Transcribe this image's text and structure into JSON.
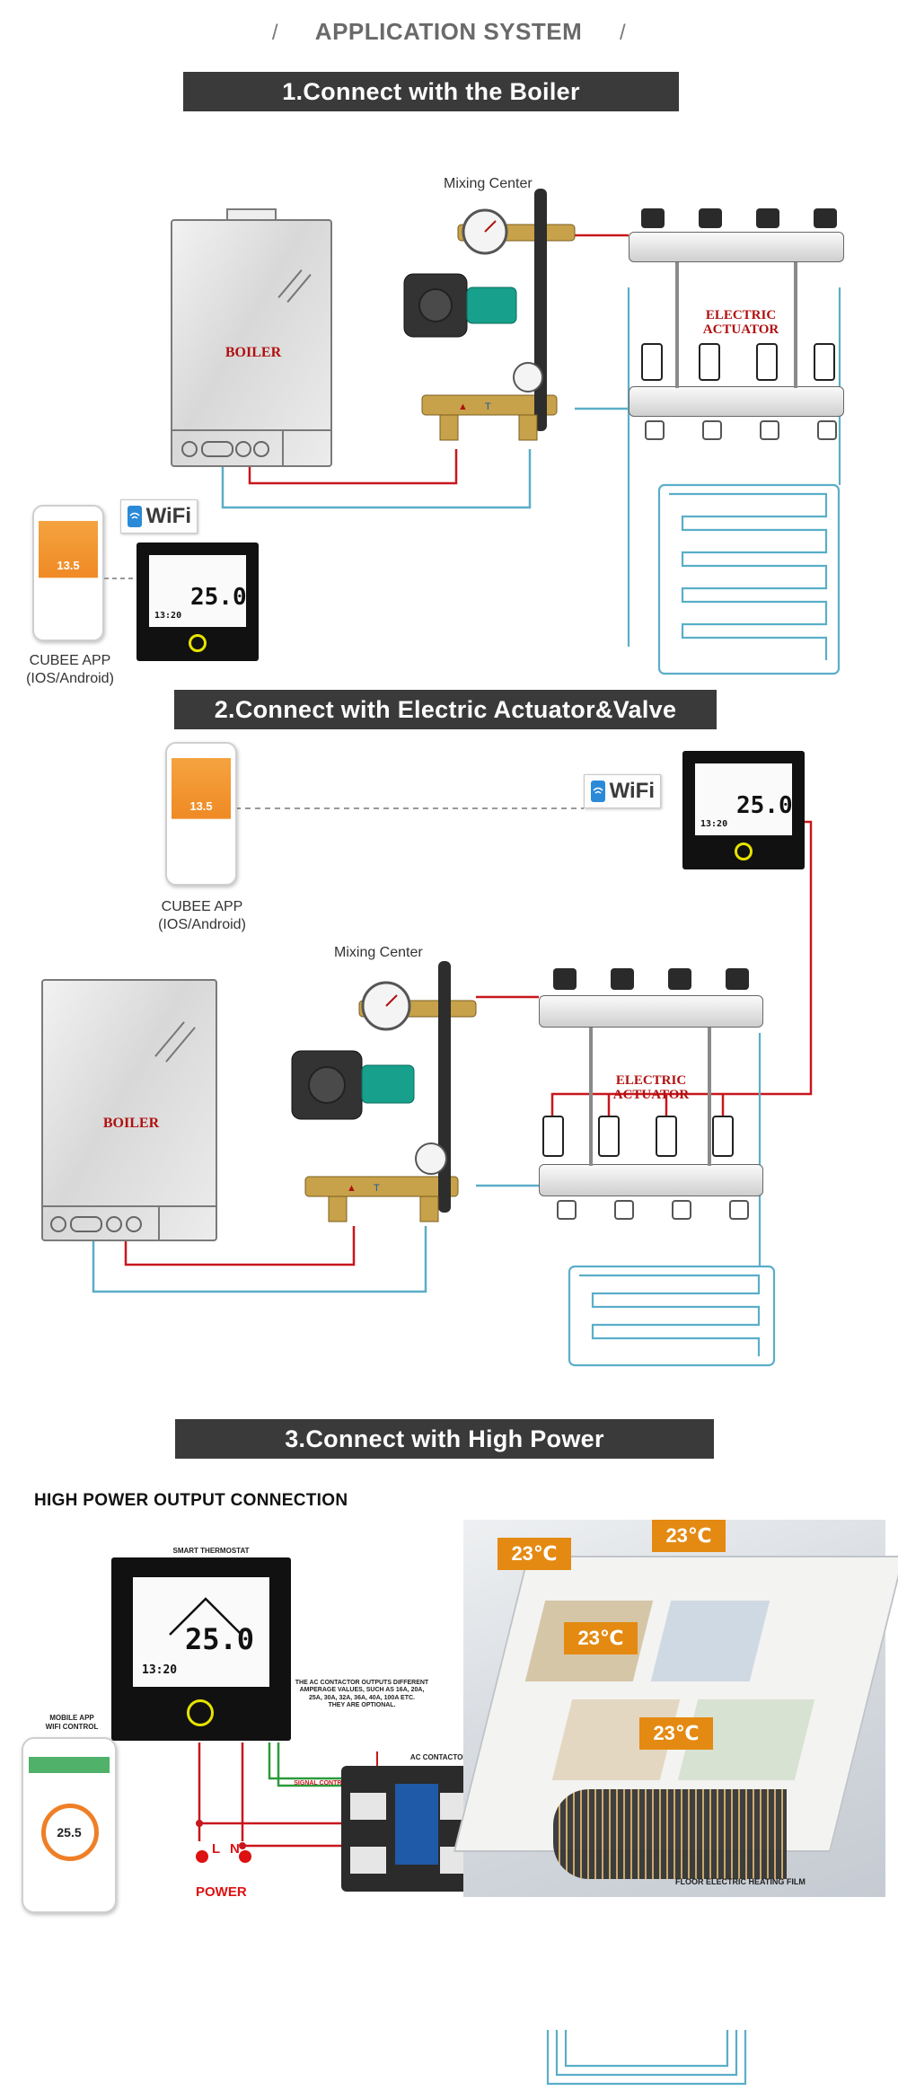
{
  "header": {
    "title": "APPLICATION SYSTEM",
    "slash": "/"
  },
  "section1": {
    "title": "1.Connect with the Boiler",
    "mixing_center": "Mixing Center",
    "boiler": "BOILER",
    "actuator_line1": "ELECTRIC",
    "actuator_line2": "ACTUATOR",
    "wifi": "WiFi",
    "app_line1": "CUBEE APP",
    "app_line2": "(IOS/Android)",
    "phone_temp": "13.5",
    "thermo_temp": "25.0",
    "thermo_time": "13:20"
  },
  "section2": {
    "title": "2.Connect with Electric Actuator&Valve",
    "mixing_center": "Mixing Center",
    "boiler": "BOILER",
    "actuator_line1": "ELECTRIC",
    "actuator_line2": "ACTUATOR",
    "wifi": "WiFi",
    "app_line1": "CUBEE APP",
    "app_line2": "(IOS/Android)",
    "phone_temp": "13.5",
    "thermo_temp": "25.0",
    "thermo_time": "13:20"
  },
  "section3": {
    "title": "3.Connect with High Power",
    "panel_title": "HIGH POWER OUTPUT CONNECTION",
    "smart_thermostat": "SMART THERMOSTAT",
    "mobile_app_line1": "MOBILE APP",
    "mobile_app_line2": "WIFI CONTROL",
    "phone_temp": "25.5",
    "thermo_temp": "25.0",
    "thermo_time": "13:20",
    "contactor_note_1": "THE AC CONTACTOR OUTPUTS DIFFERENT",
    "contactor_note_2": "AMPERAGE VALUES, SUCH AS 16A, 20A,",
    "contactor_note_3": "25A, 30A, 32A, 36A, 40A, 100A ETC.",
    "contactor_note_4": "THEY ARE OPTIONAL.",
    "ac_contactor": "AC CONTACTOR",
    "signal_output": "SIGNAL CONTROL OUTPUT",
    "l": "L",
    "n": "N",
    "power": "POWER",
    "floor_film": "FLOOR ELECTRIC HEATING FILM",
    "room_temps": [
      "23℃",
      "23℃",
      "23℃",
      "23℃"
    ]
  },
  "colors": {
    "band": "#3a3a3a",
    "red_pipe": "#c8161d",
    "blue_pipe": "#5aaec8",
    "boiler_text": "#b01010",
    "temp_tag": "#e48a12",
    "ring": "#e7e300"
  },
  "icons": {
    "wifi": "wifi-icon",
    "phone": "phone-icon",
    "thermostat": "thermostat-icon",
    "pump": "pump-icon",
    "gauge": "gauge-icon",
    "house": "house-icon"
  }
}
